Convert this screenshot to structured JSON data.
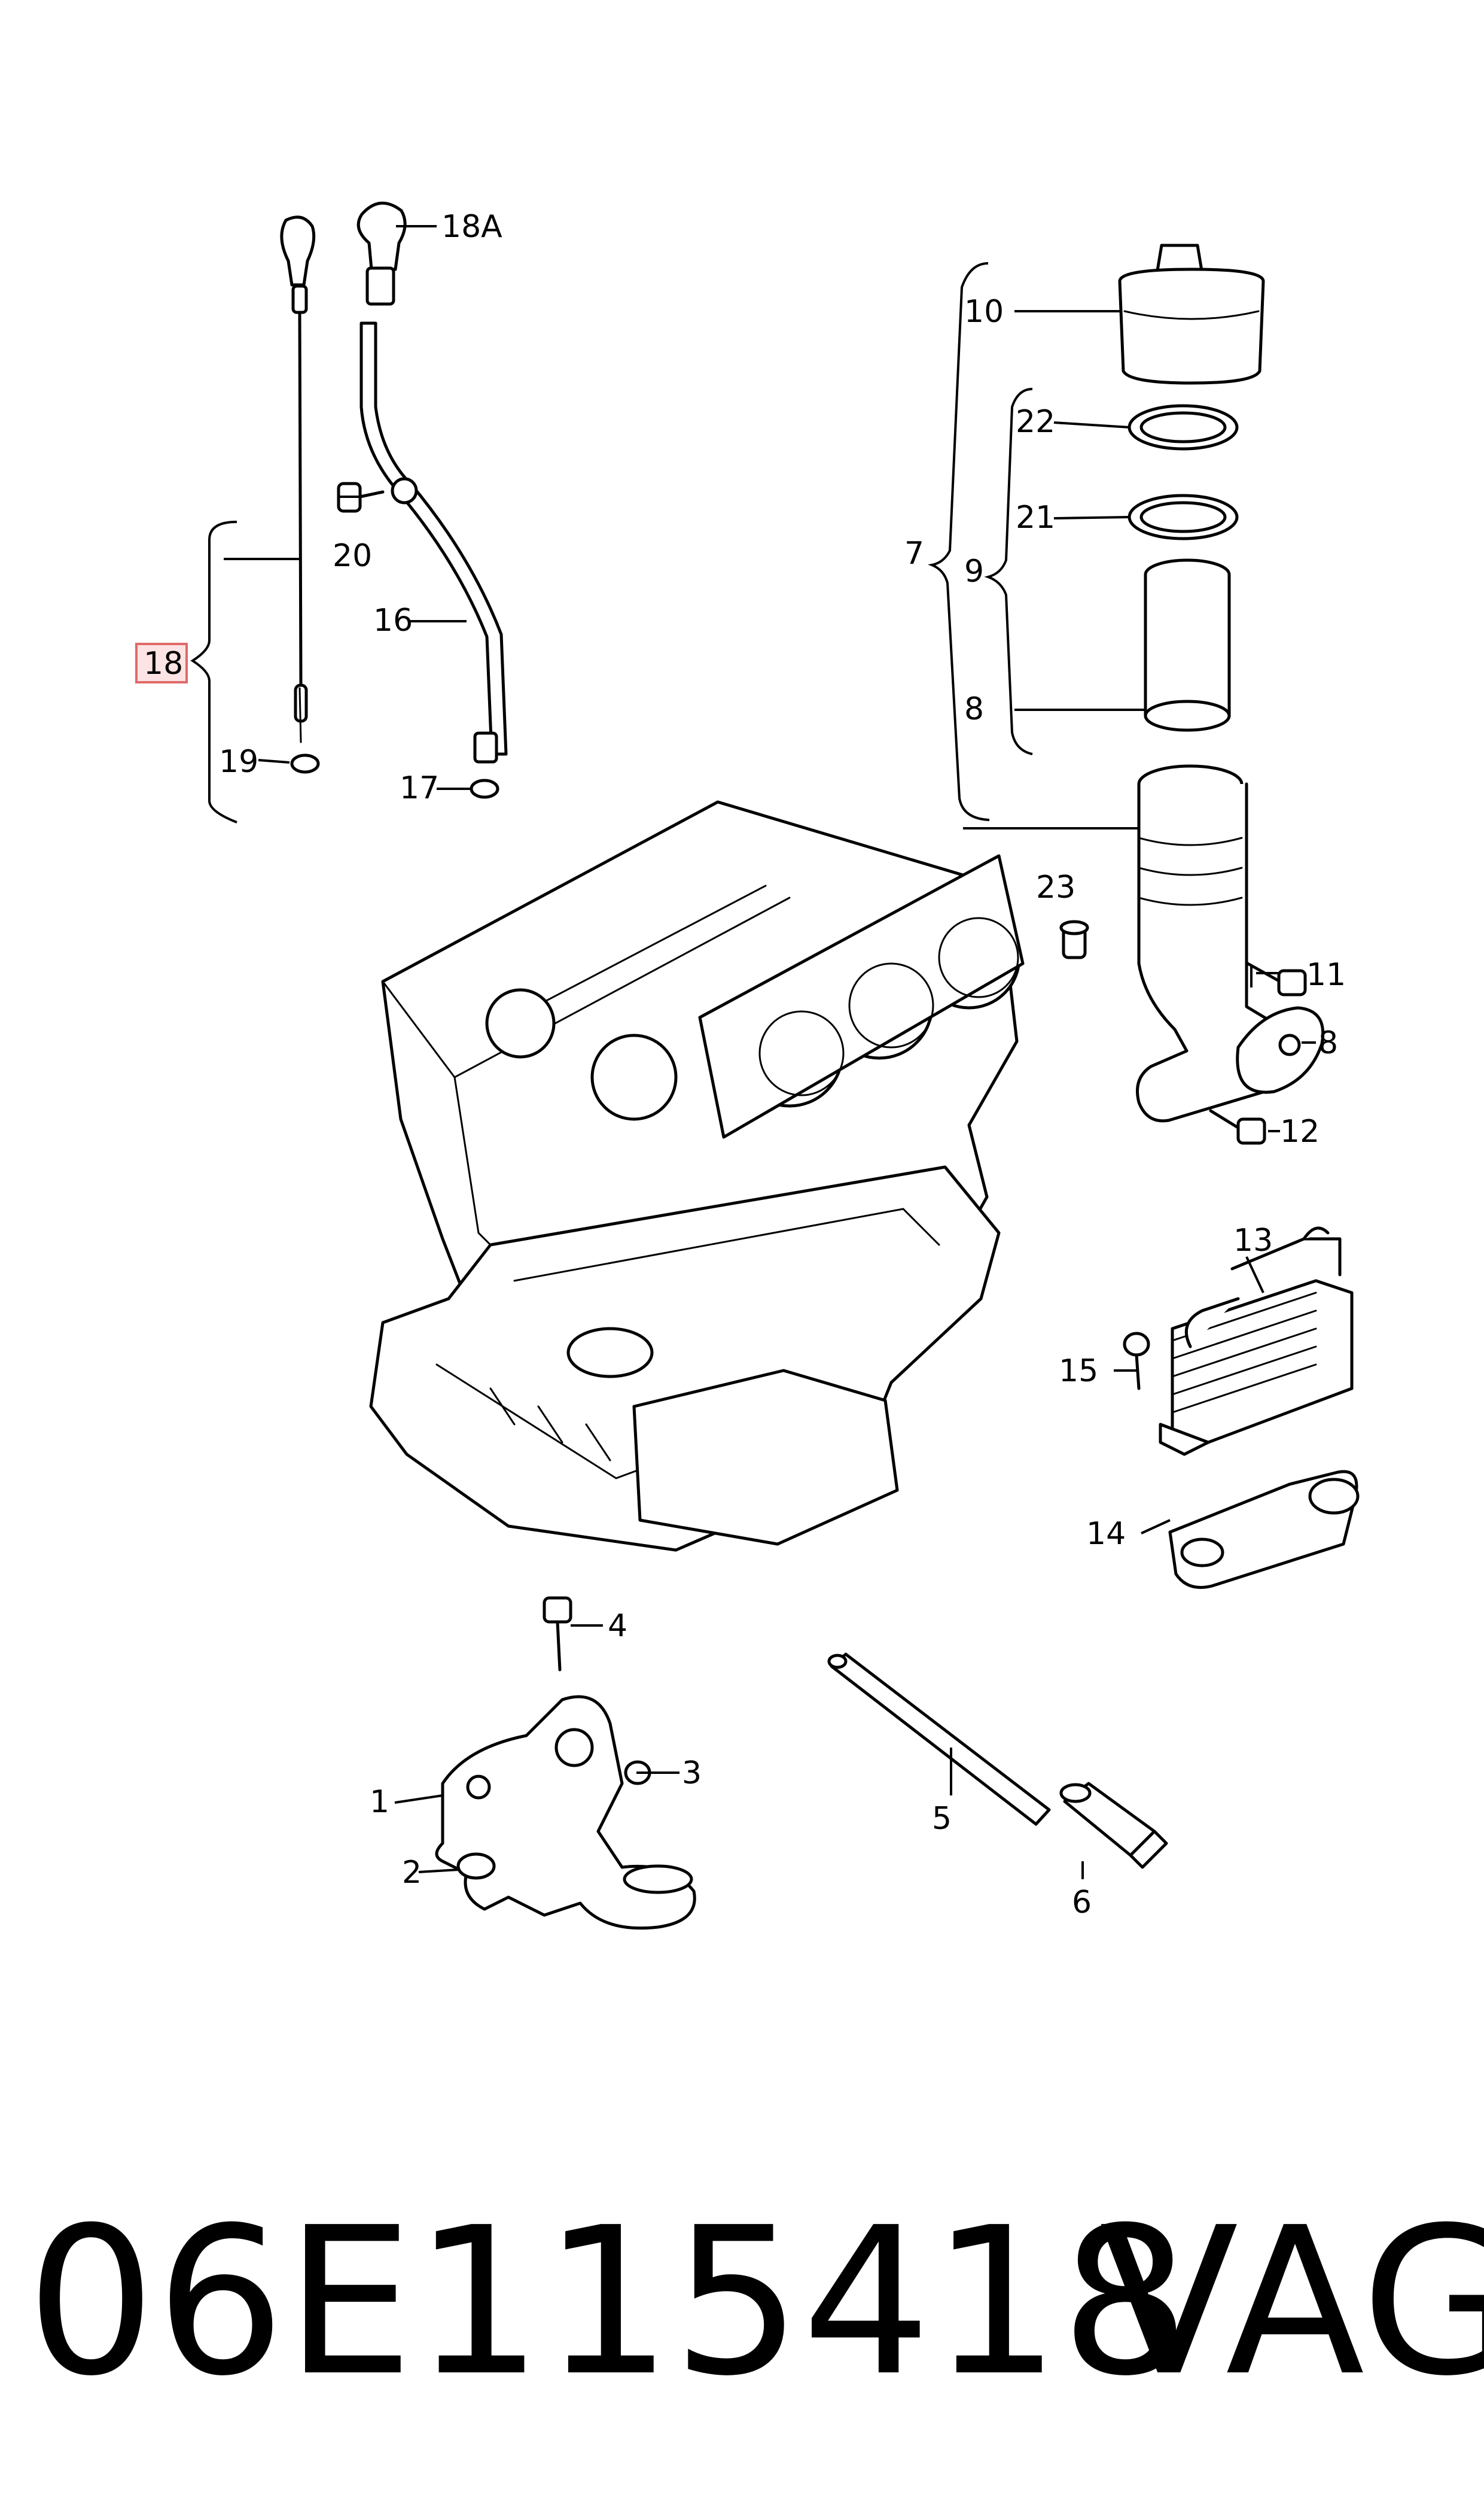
{
  "callouts": {
    "c18A": "18A",
    "c20": "20",
    "c16": "16",
    "c18": "18",
    "c19": "19",
    "c17": "17",
    "c10": "10",
    "c22": "22",
    "c21": "21",
    "c7": "7",
    "c9": "9",
    "c8a": "8",
    "c23": "23",
    "c11": "11",
    "c8b": "8",
    "c12": "12",
    "c13": "13",
    "c15": "15",
    "c14": "14",
    "c4": "4",
    "c3": "3",
    "c1": "1",
    "c2": "2",
    "c5": "5",
    "c6": "6"
  },
  "caption": {
    "part_number": "06E115418",
    "brand": "VAG"
  },
  "colors": {
    "line": "#000000",
    "highlight_fill": "#fde3e3",
    "highlight_stroke": "#e06a6a"
  }
}
